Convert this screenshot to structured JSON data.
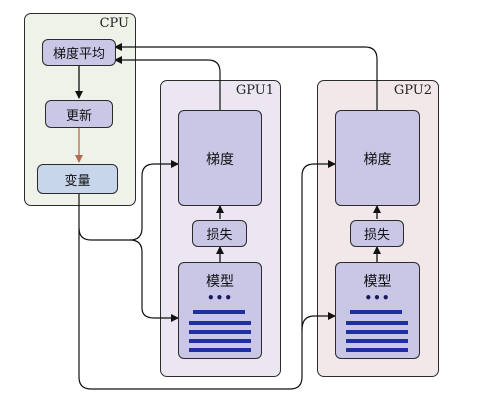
{
  "cpu": {
    "title": "CPU",
    "grad_avg": "梯度平均",
    "update": "更新",
    "variables": "变量"
  },
  "gpus": [
    {
      "title": "GPU1",
      "gradient": "梯度",
      "loss": "损失",
      "model": "模型",
      "dots": "•••"
    },
    {
      "title": "GPU2",
      "gradient": "梯度",
      "loss": "损失",
      "model": "模型",
      "dots": "•••"
    }
  ],
  "colors": {
    "cpu_panel_bg": "#eef2e8",
    "gpu1_panel_bg": "#ece6f2",
    "gpu2_panel_bg": "#f2e8ea",
    "node_fill": "#c9c6e6",
    "variables_fill": "#c8d6ec",
    "update_arrow": "#b46a50",
    "model_bars": "#1f2fa0"
  }
}
